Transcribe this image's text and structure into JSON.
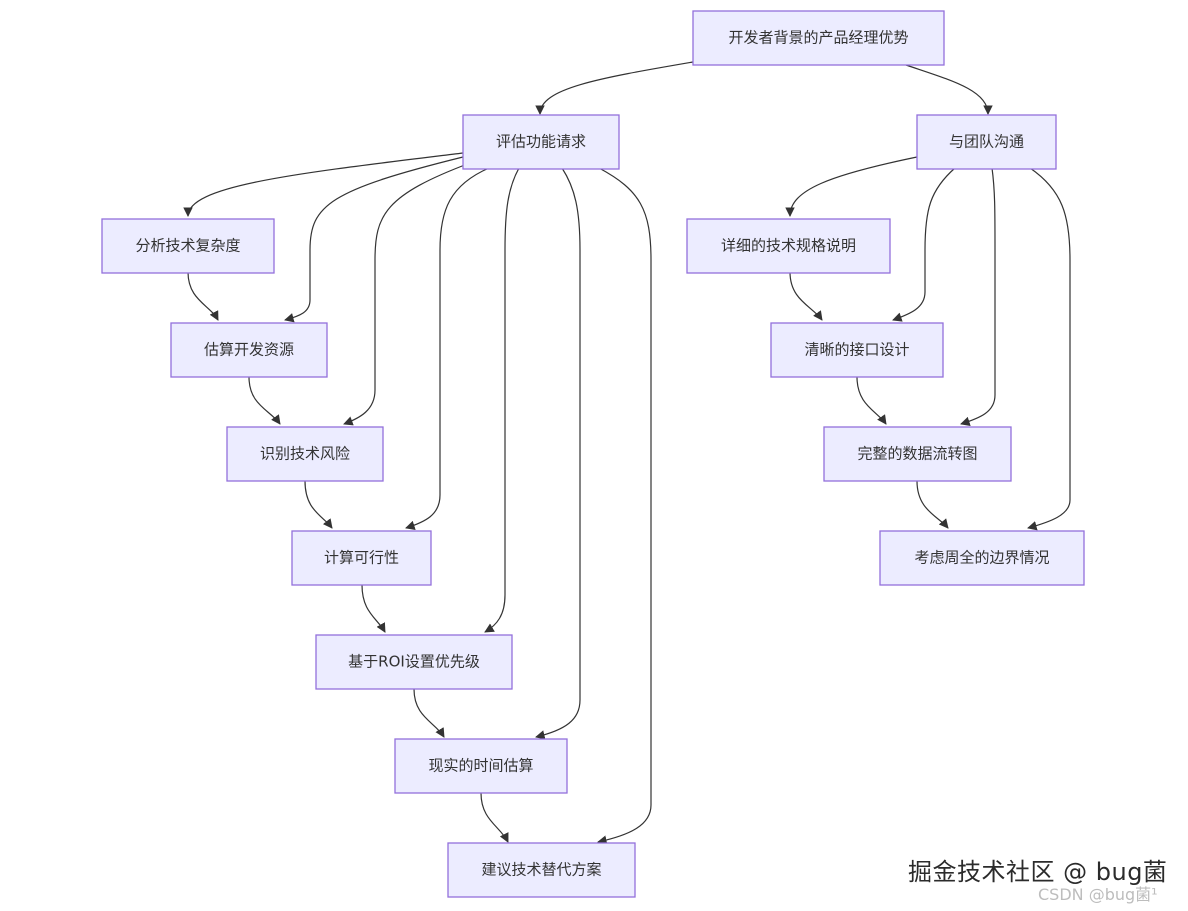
{
  "diagram": {
    "nodes": {
      "root": "开发者背景的产品经理优势",
      "eval": "评估功能请求",
      "comm": "与团队沟通",
      "analyze": "分析技术复杂度",
      "resource": "估算开发资源",
      "risk": "识别技术风险",
      "feasible": "计算可行性",
      "roi": "基于ROI设置优先级",
      "time": "现实的时间估算",
      "alt": "建议技术替代方案",
      "spec": "详细的技术规格说明",
      "api": "清晰的接口设计",
      "flow": "完整的数据流转图",
      "edge_cases": "考虑周全的边界情况"
    }
  },
  "watermark": {
    "main": "掘金技术社区 @ bug菌",
    "csdn": "CSDN @bug菌¹"
  },
  "colors": {
    "node_fill": "#ECECFF",
    "node_stroke": "#9370DB",
    "edge": "#333333"
  }
}
